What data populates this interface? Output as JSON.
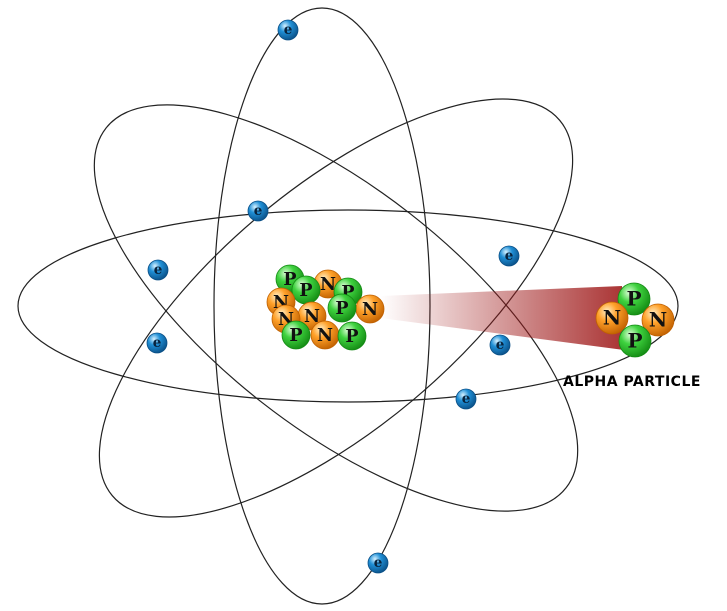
{
  "labels": {
    "electron": "e",
    "proton": "P",
    "neutron": "N",
    "alpha_caption": "ALPHA PARTICLE"
  },
  "colors": {
    "orbit": "#222222",
    "electron": "#1f8fd6",
    "electron_dark": "#0a4f86",
    "proton": "#3fd23f",
    "proton_dark": "#138a13",
    "neutron": "#ffa12a",
    "neutron_dark": "#c06000",
    "beam": "#a01c1c"
  },
  "icons": {
    "electron": "electron-sphere-icon",
    "proton": "proton-sphere-icon",
    "neutron": "neutron-sphere-icon"
  }
}
